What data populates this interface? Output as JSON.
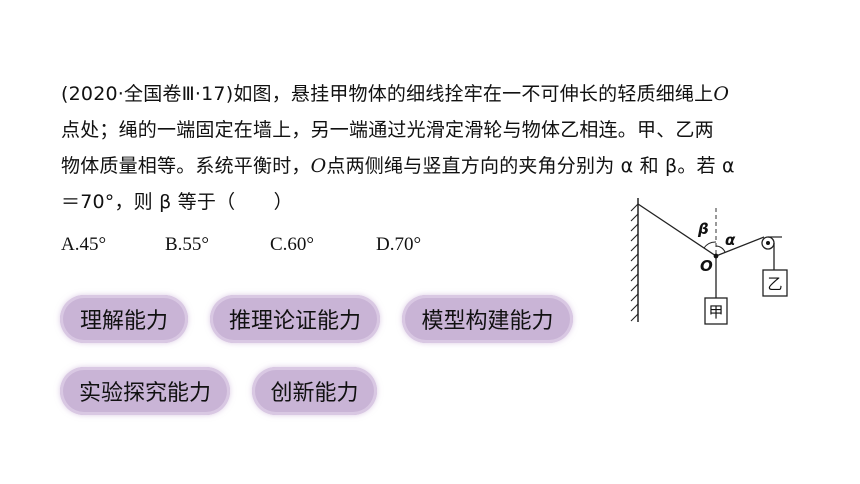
{
  "question": {
    "lines": [
      [
        "(2020·全国卷Ⅲ·17)如图，悬挂甲物体的细线拴牢在一不可伸长的轻质细绳上",
        "O",
        ""
      ],
      [
        "点处；绳的一端固定在墙上，另一端通过光滑定滑轮与物体乙相连。甲、乙两",
        "",
        ""
      ],
      [
        "物体质量相等。系统平衡时，",
        "O",
        "点两侧绳与竖直方向的夹角分别为 α 和 β。若 α"
      ],
      [
        "＝70°，则 β 等于（　　）",
        "",
        ""
      ]
    ]
  },
  "options": [
    "A.45°",
    "B.55°",
    "C.60°",
    "D.70°"
  ],
  "abilities": [
    "理解能力",
    "推理论证能力",
    "模型构建能力",
    "实验探究能力",
    "创新能力"
  ],
  "diagram": {
    "point_label": "O",
    "beta_label": "β",
    "alpha_label": "α",
    "box_jia": "甲",
    "box_yi": "乙"
  }
}
